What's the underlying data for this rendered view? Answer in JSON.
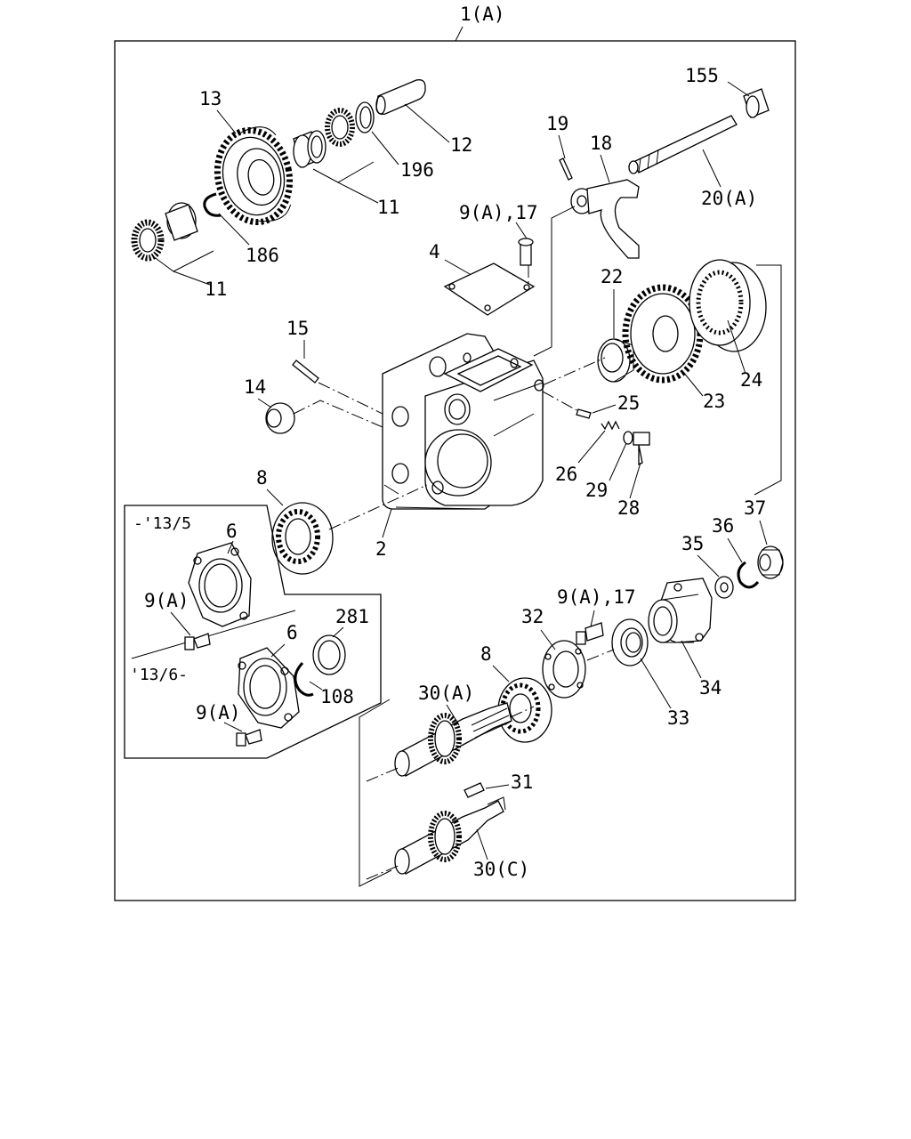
{
  "diagram": {
    "assembly_label": "1(A)",
    "labels": {
      "p13": "13",
      "p12": "12",
      "p196": "196",
      "p11_top": "11",
      "p186": "186",
      "p11_left": "11",
      "p155": "155",
      "p19": "19",
      "p18": "18",
      "p20a": "20(A)",
      "p9a17_top": "9(A),17",
      "p4": "4",
      "p22": "22",
      "p24": "24",
      "p23": "23",
      "p15": "15",
      "p14": "14",
      "p25": "25",
      "p26": "26",
      "p29": "29",
      "p28": "28",
      "p8_top": "8",
      "p2": "2",
      "p37": "37",
      "p36": "36",
      "p35": "35",
      "p9a17_mid": "9(A),17",
      "p32": "32",
      "p8_mid": "8",
      "p34": "34",
      "p33": "33",
      "p30a": "30(A)",
      "p31": "31",
      "p30c": "30(C)"
    },
    "inset": {
      "range_old": "-'13/5",
      "range_new": "'13/6-",
      "p6_upper": "6",
      "p9a_upper": "9(A)",
      "p281": "281",
      "p6_lower": "6",
      "p108": "108",
      "p9a_lower": "9(A)"
    }
  }
}
